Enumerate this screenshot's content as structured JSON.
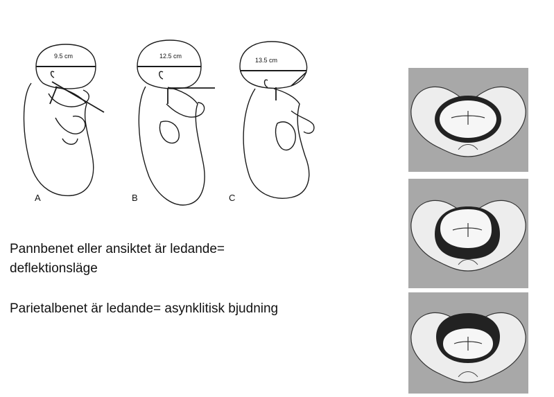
{
  "figures": [
    {
      "letter": "A",
      "measurement": "9.5 cm"
    },
    {
      "letter": "B",
      "measurement": "12.5 cm"
    },
    {
      "letter": "C",
      "measurement": "13.5 cm"
    }
  ],
  "captions": {
    "line1": "Pannbenet eller ansiktet är ledande=",
    "line2": "deflektionsläge",
    "line3": "Parietalbenet är ledande= asynklitisk bjudning"
  },
  "pelvis_panels": [
    "top",
    "middle",
    "bottom"
  ],
  "colors": {
    "panel_bg": "#a8a8a8",
    "line": "#1a1a1a",
    "head_fill": "#2a2a2a"
  }
}
